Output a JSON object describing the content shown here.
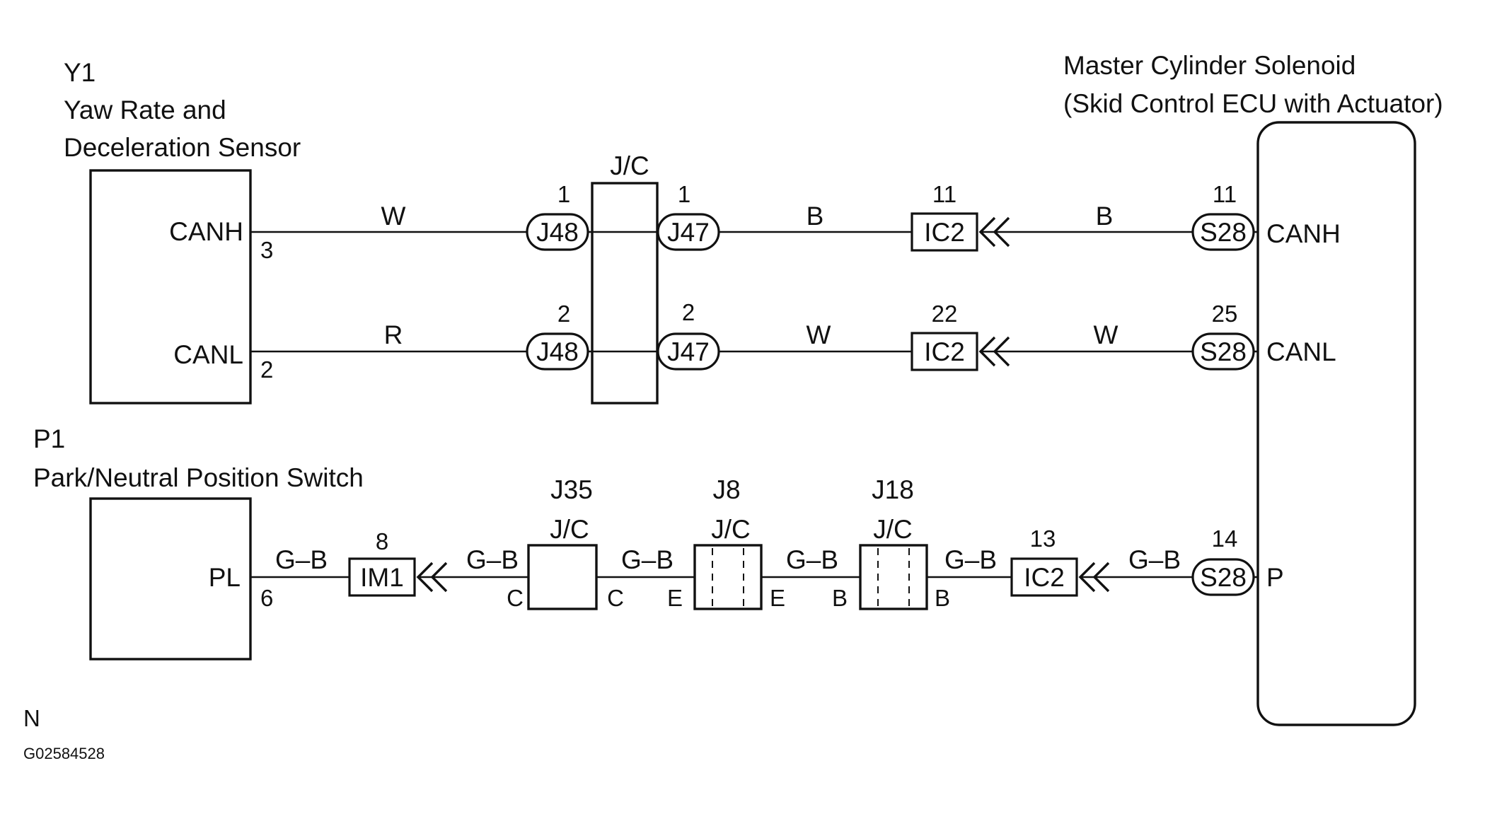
{
  "components": {
    "yaw": {
      "code": "Y1",
      "name_line1": "Yaw Rate and",
      "name_line2": "Deceleration Sensor",
      "pin_canh": "CANH",
      "pin_canl": "CANL",
      "pin_canh_num": "3",
      "pin_canl_num": "2"
    },
    "pnp": {
      "code": "P1",
      "name": "Park/Neutral Position Switch",
      "pin_pl": "PL",
      "pin_pl_num": "6"
    },
    "ecu": {
      "name_line1": "Master Cylinder Solenoid",
      "name_line2": "(Skid Control ECU with Actuator)",
      "pin_canh": "CANH",
      "pin_canl": "CANL",
      "pin_p": "P"
    }
  },
  "junction": {
    "jc_label": "J/C"
  },
  "connectors": {
    "j48": "J48",
    "j47": "J47",
    "ic2": "IC2",
    "s28": "S28",
    "im1": "IM1",
    "j48_pin1": "1",
    "j48_pin2": "2",
    "j47_pin1": "1",
    "j47_pin2": "2",
    "ic2_pin_canh": "11",
    "ic2_pin_canl": "22",
    "ic2_pin_p": "13",
    "s28_pin_canh": "11",
    "s28_pin_canl": "25",
    "s28_pin_p": "14",
    "im1_pin": "8"
  },
  "wires": {
    "canh_left": "W",
    "canh_mid": "B",
    "canh_right": "B",
    "canl_left": "R",
    "canl_mid": "W",
    "canl_right": "W",
    "p_wire": "G–B"
  },
  "blocks": {
    "j35": {
      "name": "J35",
      "jc": "J/C",
      "left": "C",
      "right": "C"
    },
    "j8": {
      "name": "J8",
      "jc": "J/C",
      "left": "E",
      "right": "E"
    },
    "j18": {
      "name": "J18",
      "jc": "J/C",
      "left": "B",
      "right": "B"
    }
  },
  "footer": {
    "mark": "N",
    "figure_id": "G02584528"
  }
}
